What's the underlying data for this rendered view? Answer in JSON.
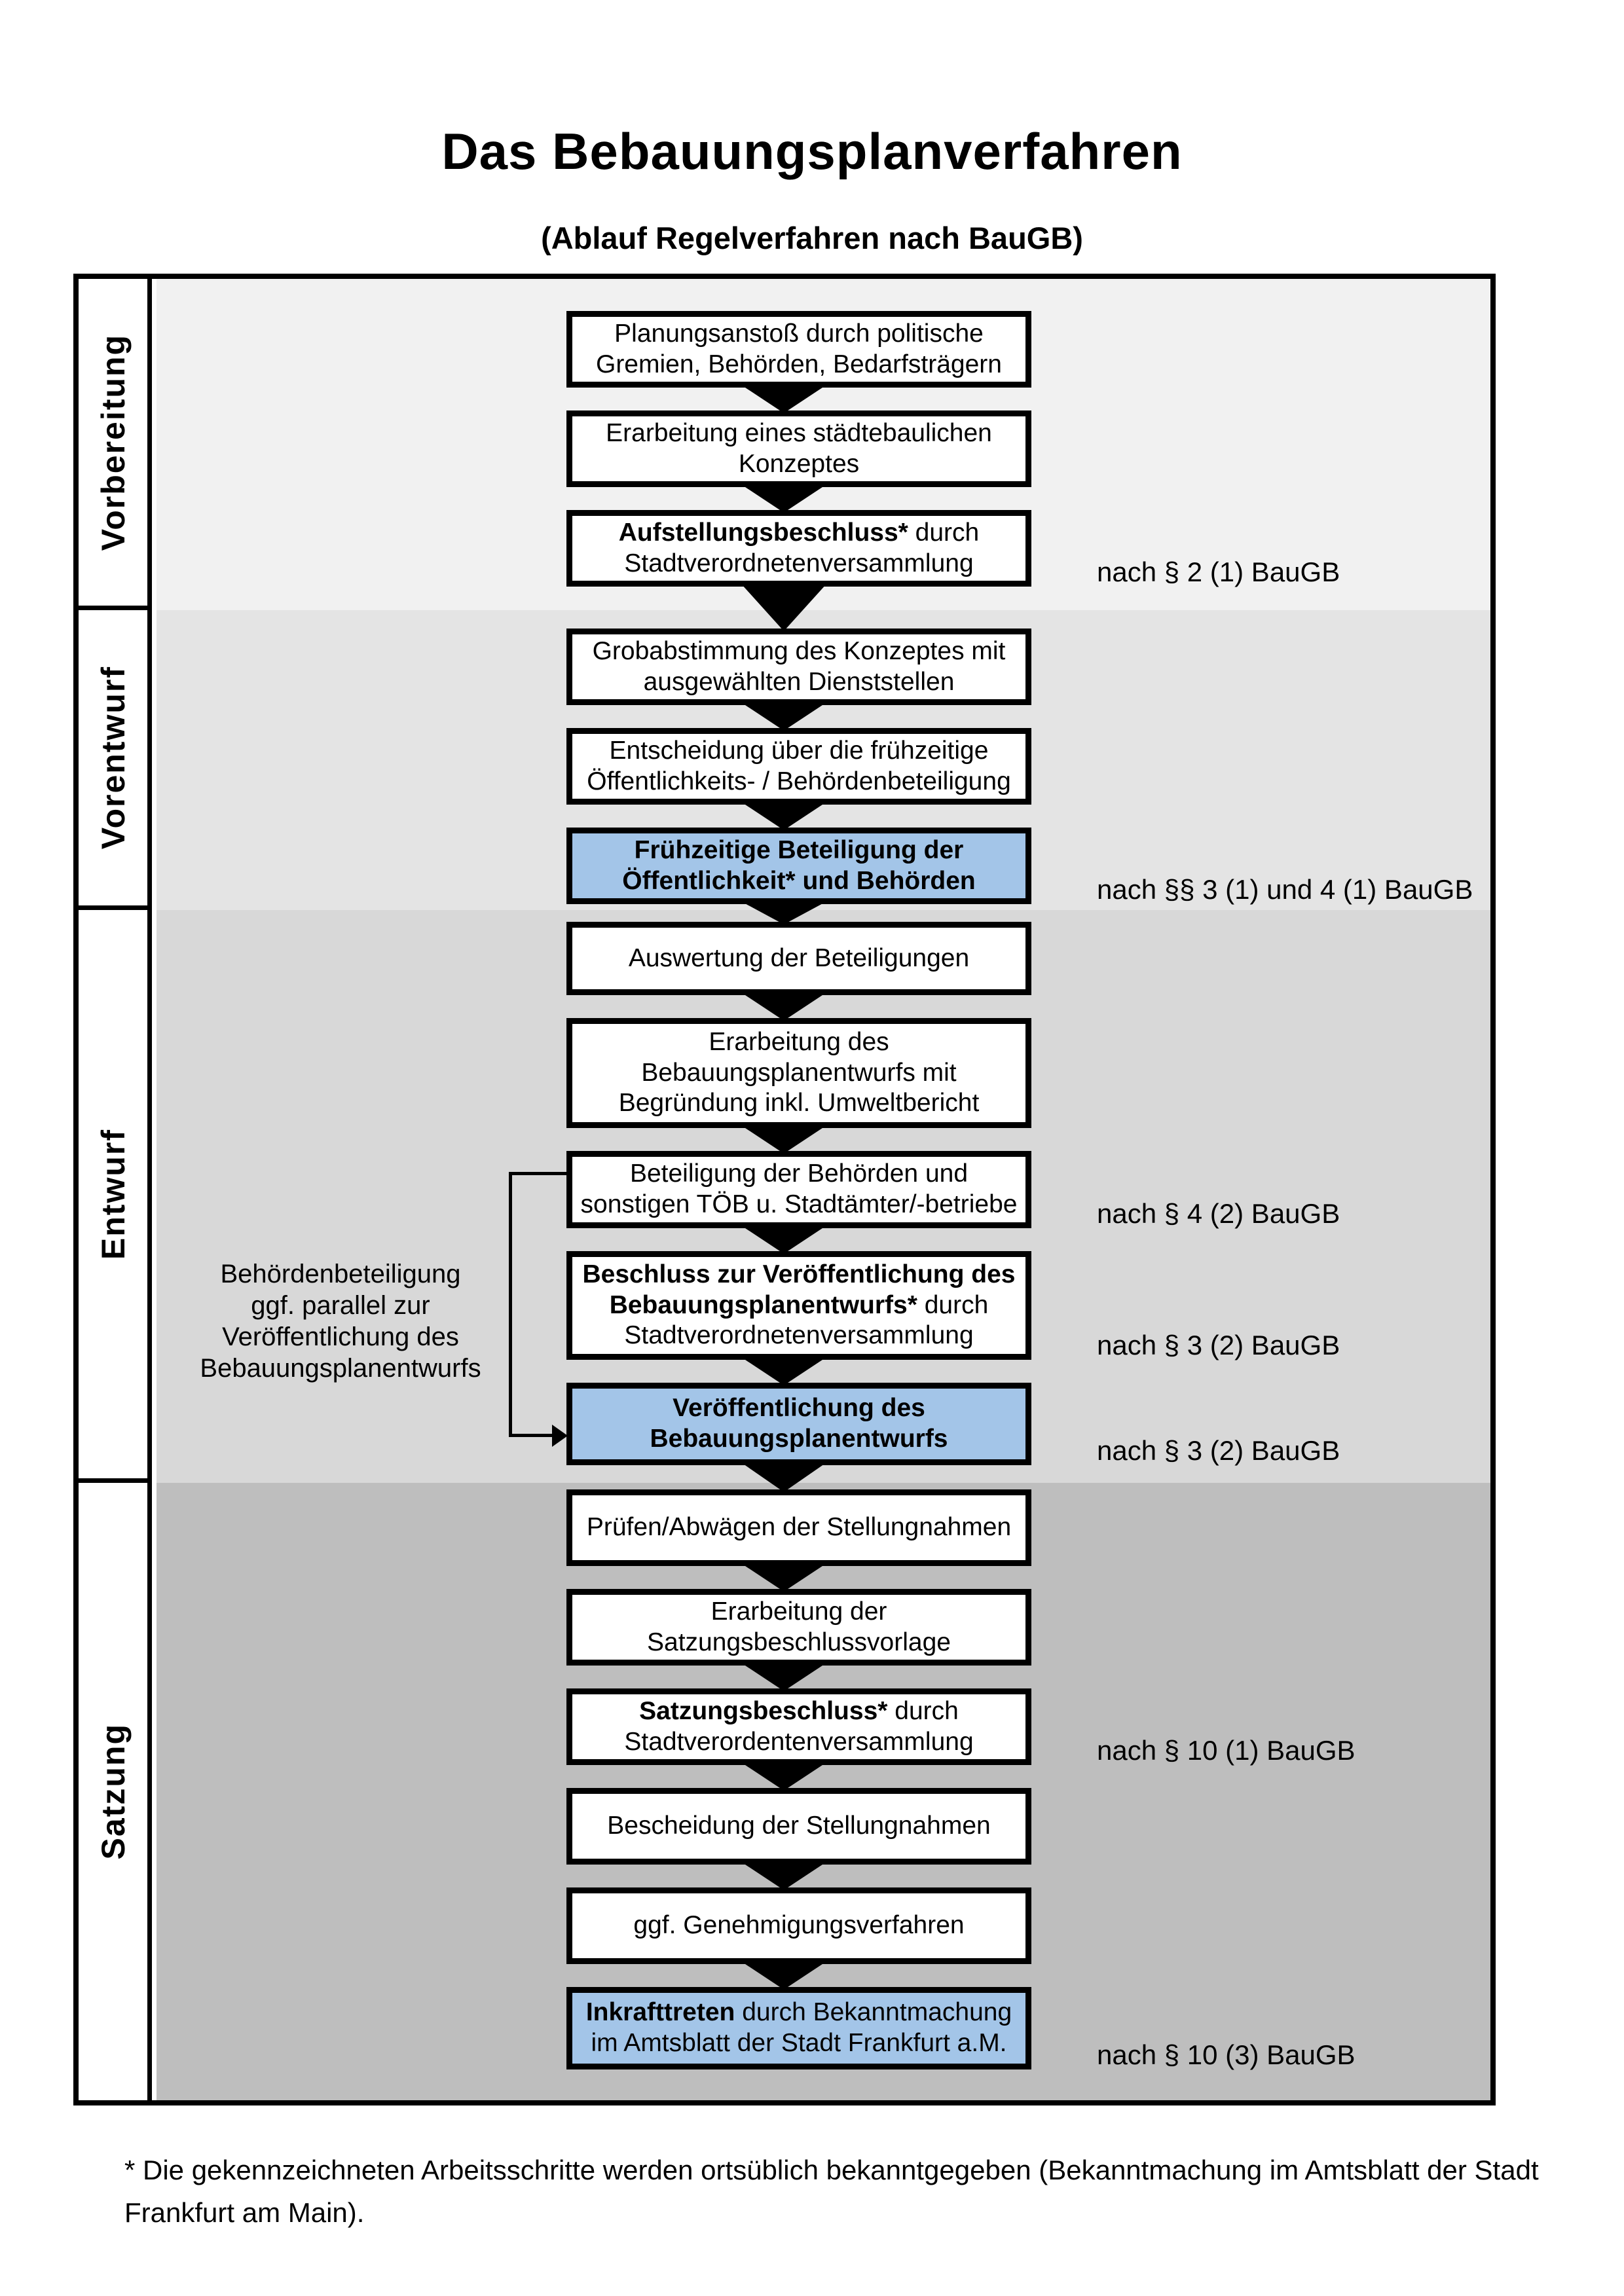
{
  "title": "Das Bebauungsplanverfahren",
  "subtitle": "(Ablauf Regelverfahren nach BauGB)",
  "colors": {
    "highlight_box": "#a3c5e8",
    "box_border": "#000000",
    "section_backgrounds": [
      "#f1f1f1",
      "#e4e4e4",
      "#d8d8d8",
      "#bebebe"
    ]
  },
  "sections": [
    {
      "label": "Vorbereitung"
    },
    {
      "label": "Vorentwurf"
    },
    {
      "label": "Entwurf"
    },
    {
      "label": "Satzung"
    }
  ],
  "steps": [
    {
      "section": 0,
      "highlight": false,
      "note": "",
      "lines": [
        [
          {
            "text": "Planungsanstoß durch politische",
            "bold": false
          }
        ],
        [
          {
            "text": "Gremien, Behörden, Bedarfsträgern",
            "bold": false
          }
        ]
      ]
    },
    {
      "section": 0,
      "highlight": false,
      "note": "",
      "lines": [
        [
          {
            "text": "Erarbeitung eines städtebaulichen",
            "bold": false
          }
        ],
        [
          {
            "text": "Konzeptes",
            "bold": false
          }
        ]
      ]
    },
    {
      "section": 0,
      "highlight": false,
      "note": "nach § 2 (1) BauGB",
      "lines": [
        [
          {
            "text": "Aufstellungsbeschluss*",
            "bold": true
          },
          {
            "text": " durch",
            "bold": false
          }
        ],
        [
          {
            "text": "Stadtverordnetenversammlung",
            "bold": false
          }
        ]
      ]
    },
    {
      "section": 1,
      "highlight": false,
      "note": "",
      "lines": [
        [
          {
            "text": "Grobabstimmung des Konzeptes mit",
            "bold": false
          }
        ],
        [
          {
            "text": "ausgewählten Dienststellen",
            "bold": false
          }
        ]
      ]
    },
    {
      "section": 1,
      "highlight": false,
      "note": "",
      "lines": [
        [
          {
            "text": "Entscheidung über die frühzeitige",
            "bold": false
          }
        ],
        [
          {
            "text": "Öffentlichkeits- / Behördenbeteiligung",
            "bold": false
          }
        ]
      ]
    },
    {
      "section": 1,
      "highlight": true,
      "note": "nach §§ 3 (1) und 4 (1) BauGB",
      "lines": [
        [
          {
            "text": "Frühzeitige Beteiligung der",
            "bold": true
          }
        ],
        [
          {
            "text": "Öffentlichkeit* und Behörden",
            "bold": true
          }
        ]
      ]
    },
    {
      "section": 2,
      "highlight": false,
      "note": "",
      "lines": [
        [
          {
            "text": "Auswertung der Beteiligungen",
            "bold": false
          }
        ]
      ]
    },
    {
      "section": 2,
      "highlight": false,
      "note": "",
      "lines": [
        [
          {
            "text": "Erarbeitung des",
            "bold": false
          }
        ],
        [
          {
            "text": "Bebauungsplanentwurfs mit",
            "bold": false
          }
        ],
        [
          {
            "text": "Begründung inkl. Umweltbericht",
            "bold": false
          }
        ]
      ]
    },
    {
      "section": 2,
      "highlight": false,
      "note": "nach § 4 (2) BauGB",
      "lines": [
        [
          {
            "text": "Beteiligung der Behörden und",
            "bold": false
          }
        ],
        [
          {
            "text": "sonstigen TÖB u. Stadtämter/-betriebe",
            "bold": false
          }
        ]
      ]
    },
    {
      "section": 2,
      "highlight": false,
      "note": "nach § 3 (2) BauGB",
      "lines": [
        [
          {
            "text": "Beschluss zur Veröffentlichung des",
            "bold": true
          }
        ],
        [
          {
            "text": "Bebauungsplanentwurfs*",
            "bold": true
          },
          {
            "text": " durch",
            "bold": false
          }
        ],
        [
          {
            "text": "Stadtverordnetenversammlung",
            "bold": false
          }
        ]
      ]
    },
    {
      "section": 2,
      "highlight": true,
      "note": "nach § 3 (2) BauGB",
      "lines": [
        [
          {
            "text": "Veröffentlichung des",
            "bold": true
          }
        ],
        [
          {
            "text": "Bebauungsplanentwurfs",
            "bold": true
          }
        ]
      ]
    },
    {
      "section": 3,
      "highlight": false,
      "note": "",
      "lines": [
        [
          {
            "text": "Prüfen/Abwägen der Stellungnahmen",
            "bold": false
          }
        ]
      ]
    },
    {
      "section": 3,
      "highlight": false,
      "note": "",
      "lines": [
        [
          {
            "text": "Erarbeitung der",
            "bold": false
          }
        ],
        [
          {
            "text": "Satzungsbeschlussvorlage",
            "bold": false
          }
        ]
      ]
    },
    {
      "section": 3,
      "highlight": false,
      "note": "nach § 10 (1) BauGB",
      "lines": [
        [
          {
            "text": "Satzungsbeschluss*",
            "bold": true
          },
          {
            "text": " durch",
            "bold": false
          }
        ],
        [
          {
            "text": "Stadtverordentenversammlung",
            "bold": false
          }
        ]
      ]
    },
    {
      "section": 3,
      "highlight": false,
      "note": "",
      "lines": [
        [
          {
            "text": "Bescheidung der Stellungnahmen",
            "bold": false
          }
        ]
      ]
    },
    {
      "section": 3,
      "highlight": false,
      "note": "",
      "lines": [
        [
          {
            "text": "ggf. Genehmigungsverfahren",
            "bold": false
          }
        ]
      ]
    },
    {
      "section": 3,
      "highlight": true,
      "note": "nach § 10 (3) BauGB",
      "lines": [
        [
          {
            "text": "Inkrafttreten",
            "bold": true
          },
          {
            "text": " durch Bekanntmachung",
            "bold": false
          }
        ],
        [
          {
            "text": "im Amtsblatt der Stadt Frankfurt a.M.",
            "bold": false
          }
        ]
      ]
    }
  ],
  "side_note": "Behördenbeteiligung\nggf. parallel zur\nVeröffentlichung des\nBebauungsplanentwurfs",
  "footnote": "* Die gekennzeichneten Arbeitsschritte werden ortsüblich bekanntgegeben (Bekanntmachung im Amtsblatt  der Stadt Frankfurt am Main)."
}
